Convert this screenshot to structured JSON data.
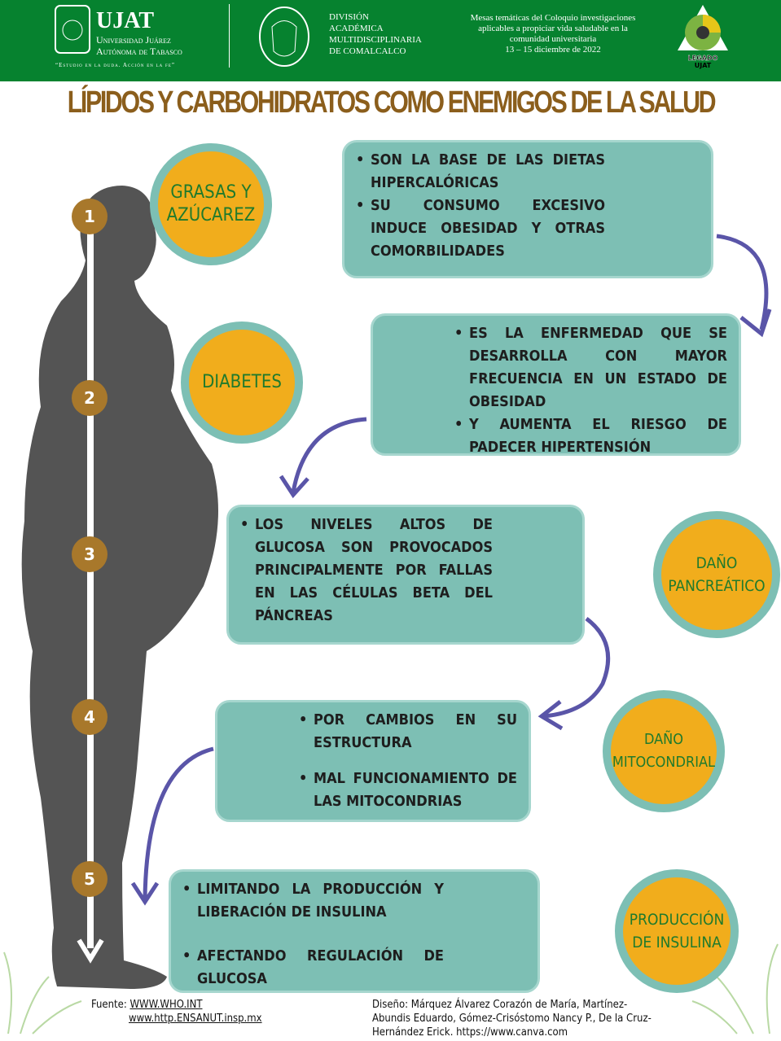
{
  "header": {
    "ujat": "UJAT",
    "university": [
      "Universidad Juárez",
      "Autónoma de Tabasco"
    ],
    "motto": "“Estudio en la duda. Acción en la fe”",
    "division": [
      "DIVISIÓN",
      "ACADÉMICA",
      "MULTIDISCIPLINARIA",
      "DE COMALCALCO"
    ],
    "event": [
      "Mesas temáticas del Coloquio investigaciones",
      "aplicables a propiciar vida saludable en la",
      "comunidad universitaria",
      "13 – 15 diciembre de 2022"
    ],
    "legado": [
      "LEGADO",
      "UJAT"
    ],
    "colors": {
      "green": "#06822f",
      "teal": "#7dbfb4",
      "orange": "#f1ad1c",
      "arrow": "#5a55a8"
    }
  },
  "title": "LÍPIDOS Y CARBOHIDRATOS COMO ENEMIGOS DE LA SALUD",
  "steps": [
    {
      "number": "1",
      "label": [
        "GRASAS Y",
        "AZÚCAREZ"
      ],
      "bullets": [
        "SON LA BASE DE LAS DIETAS HIPERCALÓRICAS",
        "SU CONSUMO EXCESIVO INDUCE OBESIDAD Y OTRAS COMORBILIDADES"
      ]
    },
    {
      "number": "2",
      "label": [
        "DIABETES"
      ],
      "bullets": [
        "ES LA ENFERMEDAD QUE SE DESARROLLA CON MAYOR FRECUENCIA EN UN ESTADO DE OBESIDAD",
        "Y AUMENTA EL RIESGO DE PADECER HIPERTENSIÓN"
      ]
    },
    {
      "number": "3",
      "label": [
        "DAÑO",
        "PANCREÁTICO"
      ],
      "bullets": [
        "LOS NIVELES ALTOS DE GLUCOSA SON PROVOCADOS PRINCIPALMENTE POR FALLAS EN LAS CÉLULAS BETA DEL PÁNCREAS"
      ]
    },
    {
      "number": "4",
      "label": [
        "DAÑO",
        "MITOCONDRIAL"
      ],
      "bullets": [
        "POR CAMBIOS EN SU ESTRUCTURA",
        "MAL FUNCIONAMIENTO DE LAS MITOCONDRIAS"
      ]
    },
    {
      "number": "5",
      "label": [
        "PRODUCCIÓN",
        "DE INSULINA"
      ],
      "bullets": [
        "LIMITANDO LA PRODUCCIÓN Y LIBERACIÓN DE INSULINA",
        "AFECTANDO REGULACIÓN DE GLUCOSA"
      ]
    }
  ],
  "footer": {
    "source_label": "Fuente: ",
    "source1": "WWW.WHO.INT",
    "source2": "www.http.ENSANUT.insp.mx",
    "design": "Diseño: Márquez Álvarez Corazón de María, Martínez-Abundis Eduardo, Gómez-Crisóstomo Nancy P., De la Cruz-Hernández Erick. https://www.canva.com"
  }
}
